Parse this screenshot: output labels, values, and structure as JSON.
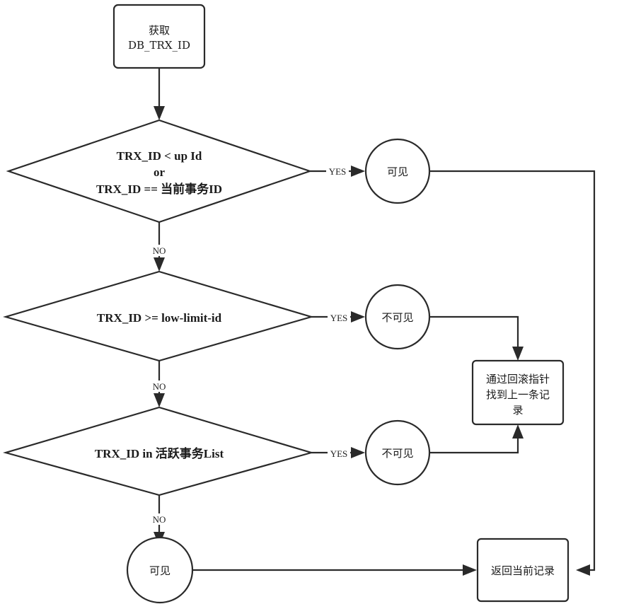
{
  "nodes": {
    "start": {
      "line1": "获取",
      "line2": "DB_TRX_ID"
    },
    "decision1": {
      "line1": "TRX_ID < up Id",
      "line2": "or",
      "line3": "TRX_ID ==  当前事务ID"
    },
    "decision2": {
      "label": "TRX_ID >=  low-limit-id"
    },
    "decision3": {
      "label": "TRX_ID in 活跃事务List"
    },
    "visible1": {
      "label": "可见"
    },
    "invisible1": {
      "label": "不可见"
    },
    "invisible2": {
      "label": "不可见"
    },
    "visible2": {
      "label": "可见"
    },
    "rollback": {
      "line1": "通过回滚指针",
      "line2": "找到上一条记",
      "line3": "录"
    },
    "return": {
      "label": "返回当前记录"
    }
  },
  "edges": {
    "yes": "YES",
    "no": "NO"
  }
}
